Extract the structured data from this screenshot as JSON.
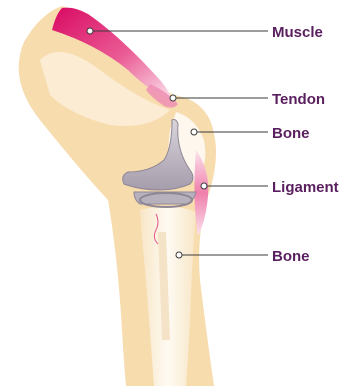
{
  "labels": {
    "muscle": "Muscle",
    "tendon": "Tendon",
    "bone_upper": "Bone",
    "ligament": "Ligament",
    "bone_lower": "Bone"
  },
  "colors": {
    "skin": "#f7dcae",
    "skin_dark": "#efcb92",
    "bone": "#fcf5ea",
    "muscle": "#e0116b",
    "tendon": "#ef8fb4",
    "implant": "#c9c3cc",
    "implant_dark": "#8f8795",
    "label_text": "#5a1f5e"
  }
}
